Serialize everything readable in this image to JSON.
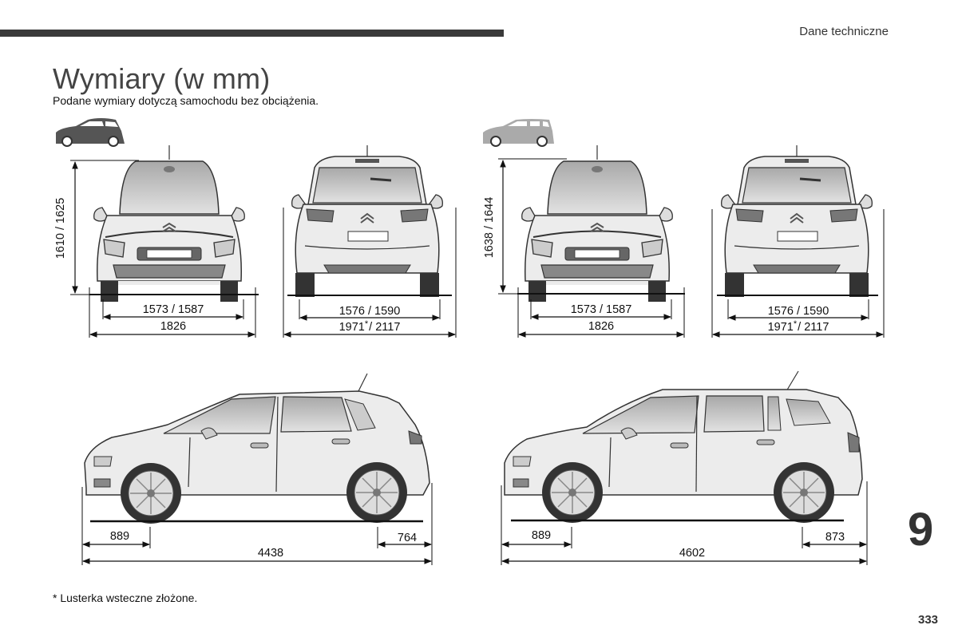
{
  "header": {
    "section_title": "Dane techniczne"
  },
  "page": {
    "title": "Wymiary (w mm)",
    "subtitle": "Podane wymiary dotyczą samochodu bez obciążenia.",
    "footnote": "* Lusterka wsteczne złożone.",
    "chapter_number": "9",
    "page_number": "333"
  },
  "models": [
    {
      "icon": "car-compact-icon",
      "icon_color": "#555555",
      "front": {
        "height": "1610 / 1625",
        "track": "1573 / 1587",
        "width": "1826"
      },
      "rear": {
        "track": "1576 / 1590",
        "width_prefix": "1971",
        "width_star": "*",
        "width_suffix": "/ 2117"
      },
      "side": {
        "front_overhang": "889",
        "rear_overhang": "764",
        "length": "4438"
      }
    },
    {
      "icon": "car-long-icon",
      "icon_color": "#aaaaaa",
      "front": {
        "height": "1638 / 1644",
        "track": "1573 / 1587",
        "width": "1826"
      },
      "rear": {
        "track": "1576 / 1590",
        "width_prefix": "1971",
        "width_star": "*",
        "width_suffix": "/ 2117"
      },
      "side": {
        "front_overhang": "889",
        "rear_overhang": "873",
        "length": "4602"
      }
    }
  ],
  "colors": {
    "bar": "#3a3a3a",
    "car_body": "#ececec",
    "glass": "#b8b8b8",
    "tire": "#3a3a3a"
  }
}
